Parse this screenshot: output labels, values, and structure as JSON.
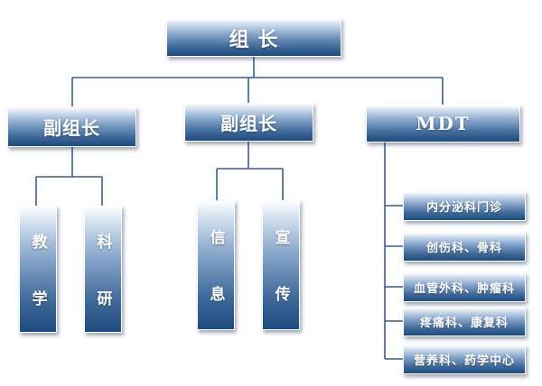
{
  "top": {
    "label": "组 长"
  },
  "deputy_left": {
    "label": "副组长"
  },
  "deputy_center": {
    "label": "副组长"
  },
  "mdt": {
    "label": "MDT"
  },
  "teaching": {
    "label": "教 学"
  },
  "research": {
    "label": "科 研"
  },
  "information": {
    "label": "信 息"
  },
  "publicity": {
    "label": "宣 传"
  },
  "mdt_items": [
    {
      "label": "内分泌科门诊"
    },
    {
      "label": "创伤科、骨科"
    },
    {
      "label": "血管外科、肿瘤科"
    },
    {
      "label": "疼痛科、康复科"
    },
    {
      "label": "营养科、药学中心"
    }
  ],
  "colors": {
    "connector": "#3b5f8c",
    "box_dark": "#1f4a7d",
    "box_light": "#dbe6f3",
    "text": "#ffffff"
  }
}
